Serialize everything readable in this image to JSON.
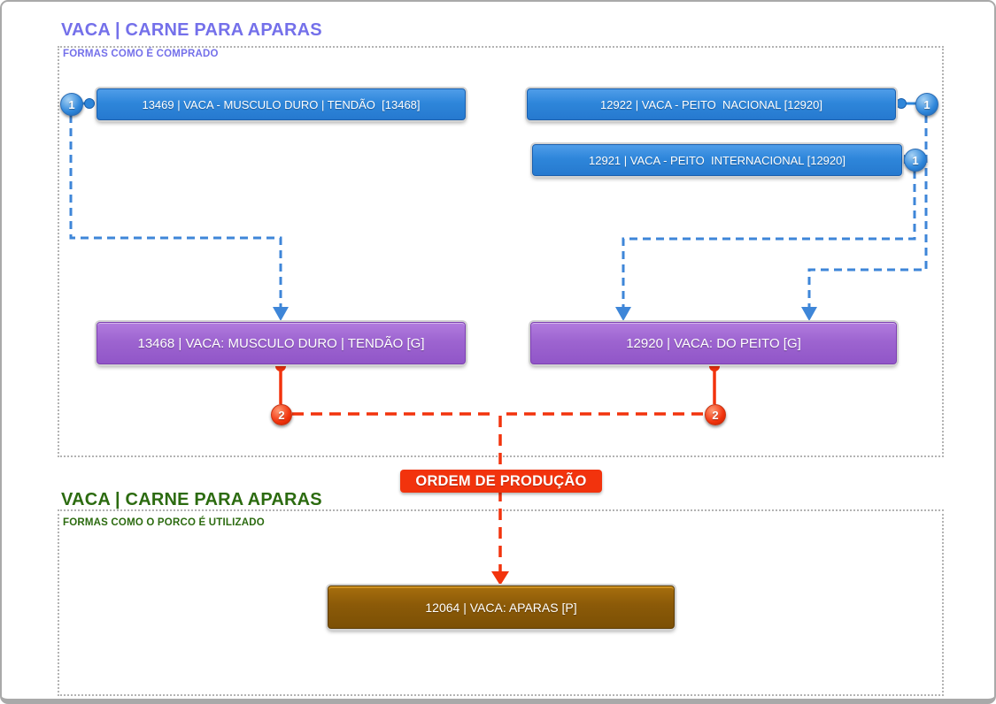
{
  "section_purchased": {
    "title": "VACA | CARNE PARA APARAS",
    "subtitle": "FORMAS COMO É COMPRADO",
    "source_nodes": [
      {
        "id_label": "13469 | VACA - MUSCULO DURO | TENDÃO  [13468]",
        "badge": "1"
      },
      {
        "id_label": "12922 | VACA - PEITO  NACIONAL [12920]",
        "badge": "1"
      },
      {
        "id_label": "12921 | VACA - PEITO  INTERNACIONAL [12920]",
        "badge": "1"
      }
    ],
    "group_nodes": [
      {
        "id_label": "13468 | VACA: MUSCULO DURO | TENDÃO [G]",
        "badge": "2"
      },
      {
        "id_label": "12920 | VACA: DO PEITO [G]",
        "badge": "2"
      }
    ]
  },
  "production_order": {
    "label": "ORDEM DE PRODUÇÃO"
  },
  "section_used": {
    "title": "VACA | CARNE PARA APARAS",
    "subtitle": "FORMAS COMO O PORCO É UTILIZADO",
    "output_nodes": [
      {
        "id_label": "12064 | VACA: APARAS [P]"
      }
    ]
  },
  "colors": {
    "purchased_accent": "#7470ea",
    "used_accent": "#2c6b10",
    "source_box_blue": "#2e86da",
    "group_box_purple": "#9d64d0",
    "output_box_brown": "#8b5a08",
    "flow_blue": "#3e86d8",
    "flow_red": "#f2330d",
    "section_border": "#b3b3b3"
  }
}
